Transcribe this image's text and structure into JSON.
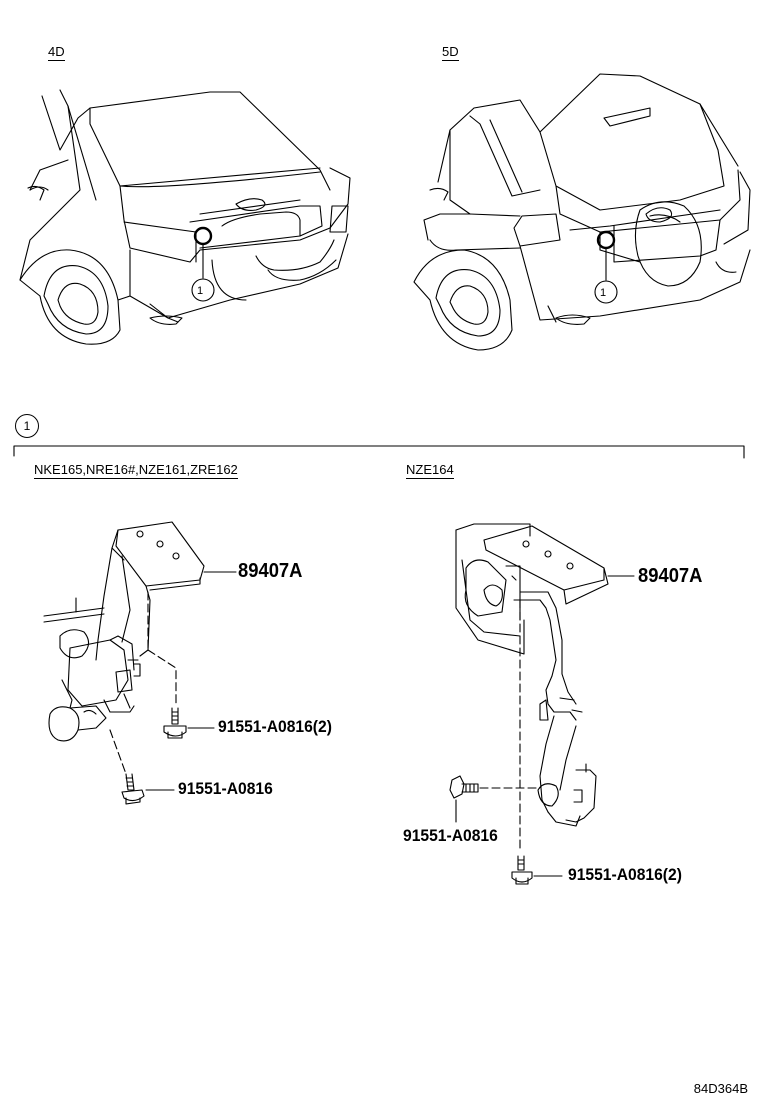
{
  "variants": {
    "sedan_label": "4D",
    "hatch_label": "5D"
  },
  "callout": {
    "number": "1"
  },
  "section": {
    "left_models": "NKE165,NRE16#,NZE161,ZRE162",
    "right_models": "NZE164"
  },
  "parts": {
    "left_sensor": "89407A",
    "left_bolt_pair": "91551-A0816(2)",
    "left_bolt": "91551-A0816",
    "right_sensor": "89407A",
    "right_bolt": "91551-A0816",
    "right_bolt_pair": "91551-A0816(2)"
  },
  "diagram_code": "84D364B"
}
